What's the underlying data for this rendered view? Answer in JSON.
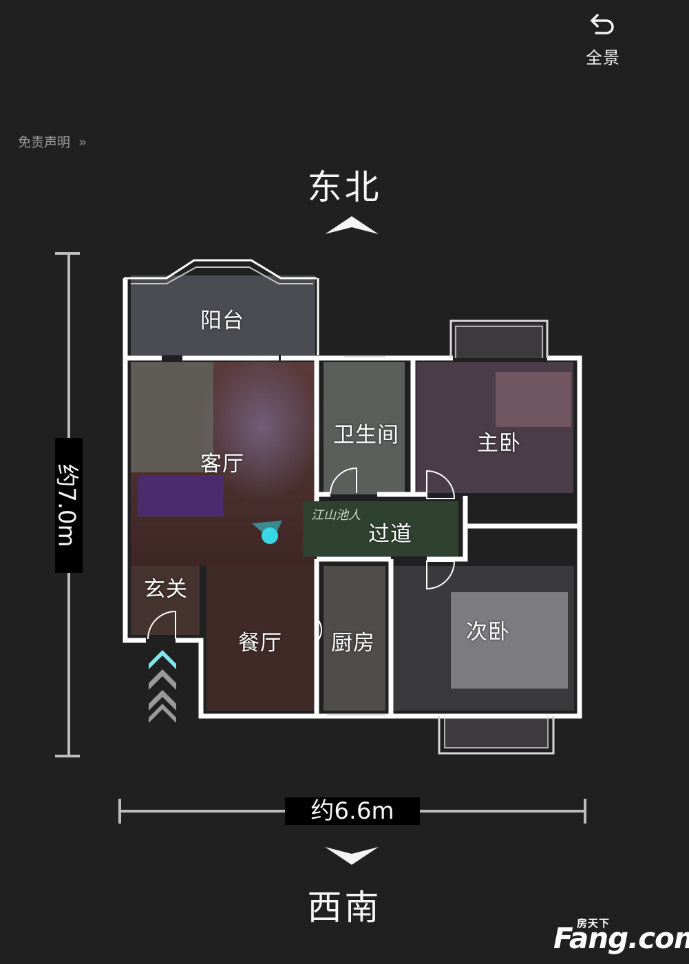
{
  "panorama": {
    "label": "全景",
    "icon": "undo-arrow-icon"
  },
  "disclaimer": {
    "label": "免责声明",
    "chevron": "»"
  },
  "compass": {
    "top": "东北",
    "bottom": "西南"
  },
  "dimensions": {
    "height": "约7.0m",
    "width": "约6.6m"
  },
  "rooms": {
    "balcony": "阳台",
    "living": "客厅",
    "bathroom": "卫生间",
    "master": "主卧",
    "corridor": "过道",
    "entrance": "玄关",
    "dining": "餐厅",
    "kitchen": "厨房",
    "second": "次卧"
  },
  "mural_text": "江山池人",
  "watermark": {
    "small": "房天下",
    "big": "Fang.com"
  },
  "colors": {
    "background": "#202021",
    "wall": "#ffffff",
    "floor_wood": "#4a2d2b",
    "marker": "#3ad6e3"
  }
}
